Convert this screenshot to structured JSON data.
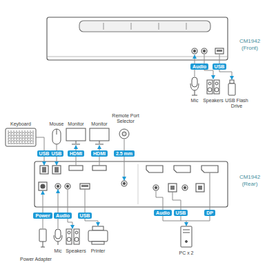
{
  "diagram": {
    "nodes": [
      {
        "text": [
          "Audio"
        ]
      },
      {
        "text": [
          "USB"
        ]
      },
      {
        "text": [
          "USB"
        ]
      },
      {
        "text": [
          "USB"
        ]
      },
      {
        "text": [
          "HDMI"
        ]
      },
      {
        "text": [
          "HDMI"
        ]
      },
      {
        "text": [
          "2.5 mm"
        ]
      },
      {
        "text": [
          "Power"
        ]
      },
      {
        "text": [
          "Audio"
        ]
      },
      {
        "text": [
          "USB"
        ]
      },
      {
        "text": [
          "Audio"
        ]
      },
      {
        "text": [
          "USB"
        ]
      },
      {
        "text": [
          "DP"
        ]
      }
    ],
    "labels": [
      "CM1942 (Front)",
      "Mic",
      "Speakers",
      "USB Flash Drive",
      "Keyboard",
      "Mouse",
      "Monitor",
      "Monitor",
      "Remote Port Selector",
      "CM1942 (Rear)",
      "Power Adapter",
      "Mic",
      "Speakers",
      "Printer",
      "PC x 2"
    ]
  }
}
